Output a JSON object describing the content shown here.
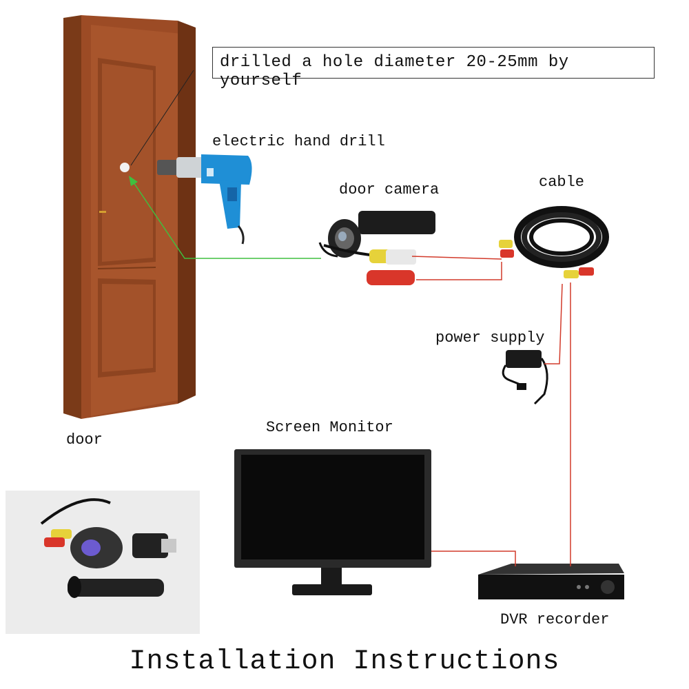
{
  "callout": {
    "text": "drilled a hole diameter 20-25mm by yourself"
  },
  "labels": {
    "drill": "electric hand drill",
    "door_camera": "door camera",
    "cable": "cable",
    "power_supply": "power supply",
    "door": "door",
    "monitor": "Screen Monitor",
    "dvr": "DVR recorder"
  },
  "title": "Installation Instructions",
  "colors": {
    "door_wood": "#a8552c",
    "door_dark": "#7a3a18",
    "drill_blue": "#1f8fd6",
    "wire_red": "#d23a2a",
    "guide_green": "#3fbf3f",
    "screen_black": "#0a0a0a"
  }
}
